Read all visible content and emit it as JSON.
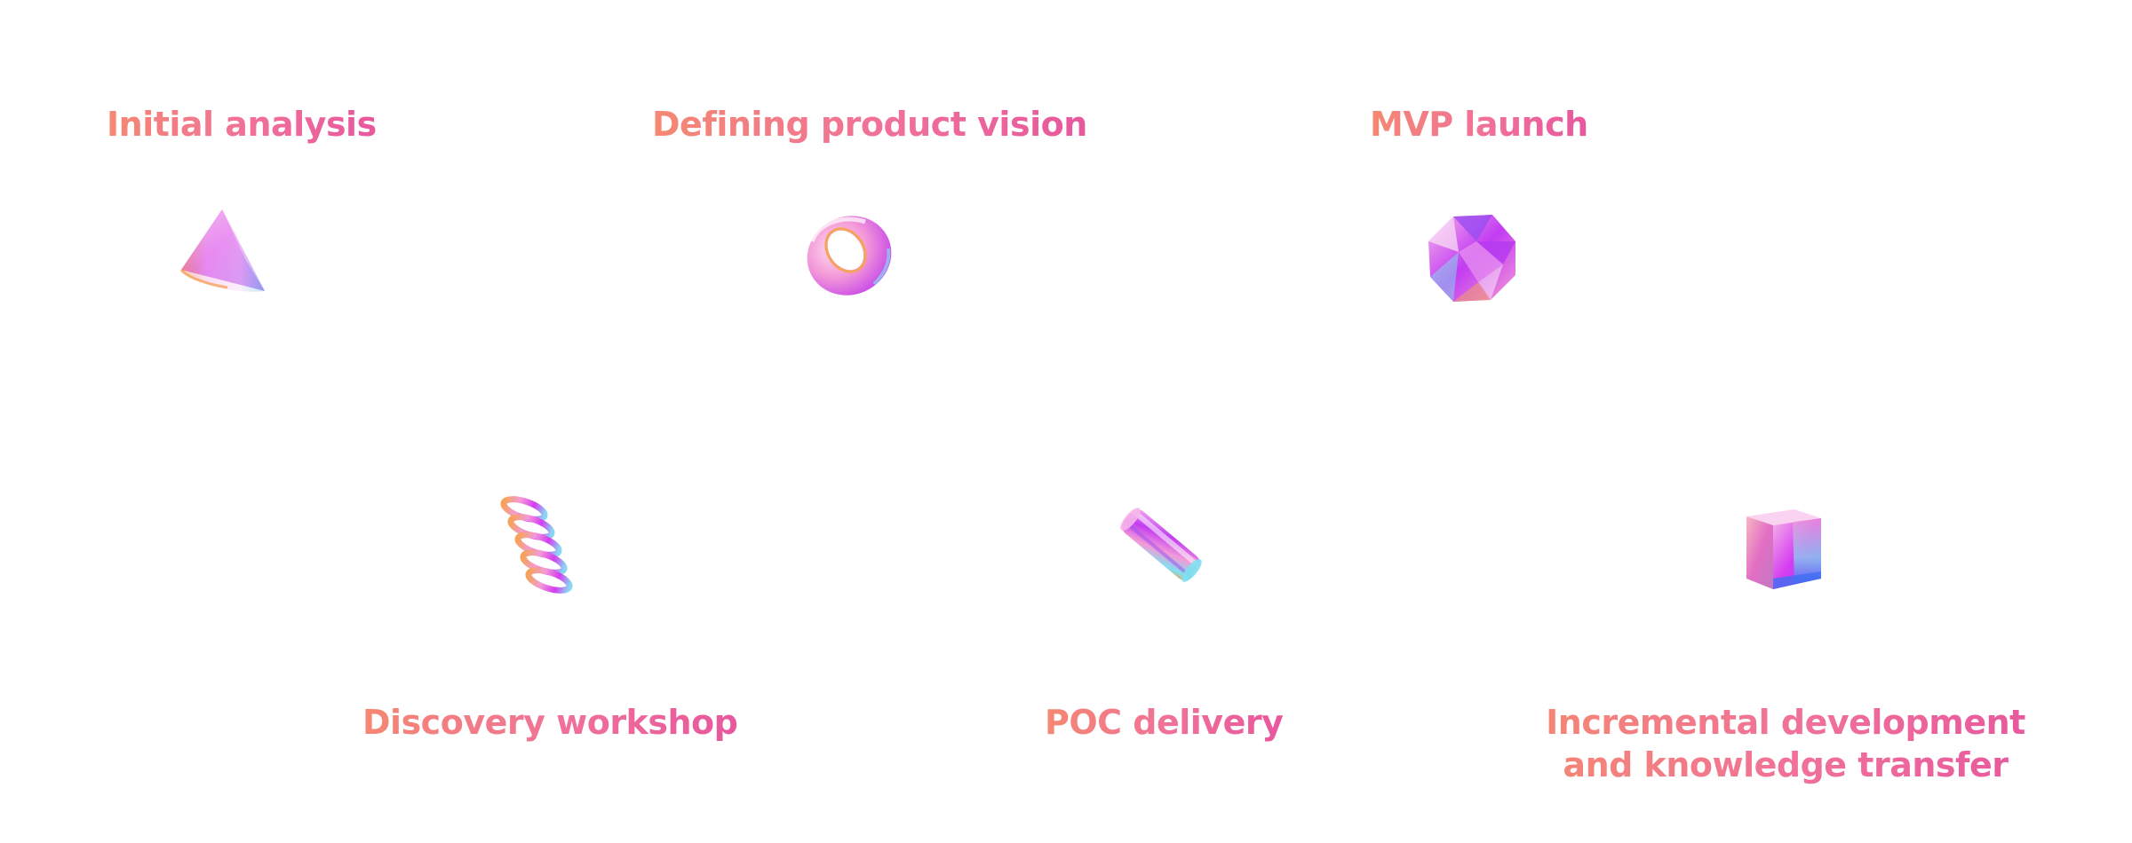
{
  "steps": [
    {
      "id": "initial-analysis",
      "title": "Initial analysis",
      "icon": "cone-icon"
    },
    {
      "id": "discovery-workshop",
      "title": "Discovery workshop",
      "icon": "spring-icon"
    },
    {
      "id": "defining-product-vision",
      "title": "Defining product vision",
      "icon": "torus-icon"
    },
    {
      "id": "poc-delivery",
      "title": "POC delivery",
      "icon": "prism-cylinder-icon"
    },
    {
      "id": "mvp-launch",
      "title": "MVP launch",
      "icon": "gem-icon"
    },
    {
      "id": "incremental-development",
      "title": "Incremental development and knowledge transfer",
      "icon": "cube-icon"
    }
  ],
  "colors": {
    "title_gradient_start": "#f58872",
    "title_gradient_end": "#e7579d",
    "shape_magenta": "#d43cf0",
    "shape_pink": "#f49ad8",
    "shape_violet": "#9a4cf0",
    "shape_cyan": "#7fe0f0",
    "shape_orange": "#f5a35a",
    "shape_blue": "#3f6ff2"
  }
}
